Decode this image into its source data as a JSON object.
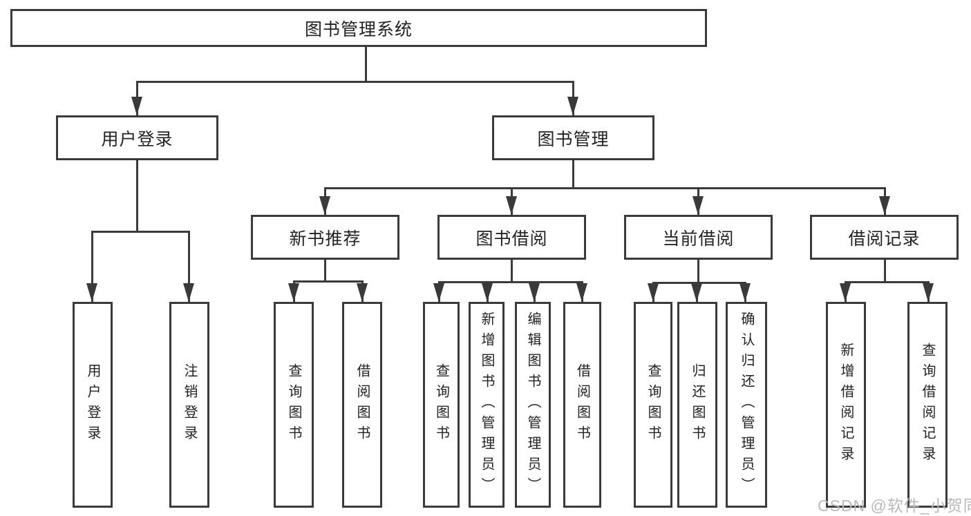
{
  "diagram_title": "图书管理系统",
  "colors": {
    "line": "#3a3a3a",
    "box_border": "#3a3a3a",
    "text": "#222222",
    "background": "#ffffff",
    "watermark": "#b9b9b9"
  },
  "tree": {
    "label": "图书管理系统",
    "children": [
      {
        "label": "用户登录",
        "children": [
          {
            "label": "用户登录"
          },
          {
            "label": "注销登录"
          }
        ]
      },
      {
        "label": "图书管理",
        "children": [
          {
            "label": "新书推荐",
            "children": [
              {
                "label": "查询图书"
              },
              {
                "label": "借阅图书"
              }
            ]
          },
          {
            "label": "图书借阅",
            "children": [
              {
                "label": "查询图书"
              },
              {
                "label": "新增图书（管理员）"
              },
              {
                "label": "编辑图书（管理员）"
              },
              {
                "label": "借阅图书"
              }
            ]
          },
          {
            "label": "当前借阅",
            "children": [
              {
                "label": "查询图书"
              },
              {
                "label": "归还图书"
              },
              {
                "label": "确认归还（管理员）"
              }
            ]
          },
          {
            "label": "借阅记录",
            "children": [
              {
                "label": "新增借阅记录"
              },
              {
                "label": "查询借阅记录"
              }
            ]
          }
        ]
      }
    ]
  },
  "watermark": {
    "text": "CSDN @软件_小贺同学"
  }
}
